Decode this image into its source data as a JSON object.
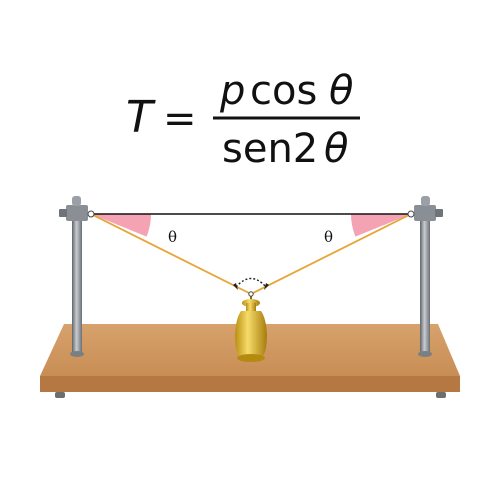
{
  "formula": {
    "lhs": "T",
    "equals": "=",
    "numerator_var": "p",
    "numerator_func": "cos",
    "numerator_arg": "θ",
    "denominator_func": "sen2",
    "denominator_arg": "θ"
  },
  "angles": {
    "left_label": "θ",
    "right_label": "θ"
  },
  "colors": {
    "board": "#d39a63",
    "rod": "#8f949a",
    "string": "#e6a532",
    "angle_fill": "#f4a3b4",
    "weight": "#e8c13a"
  }
}
